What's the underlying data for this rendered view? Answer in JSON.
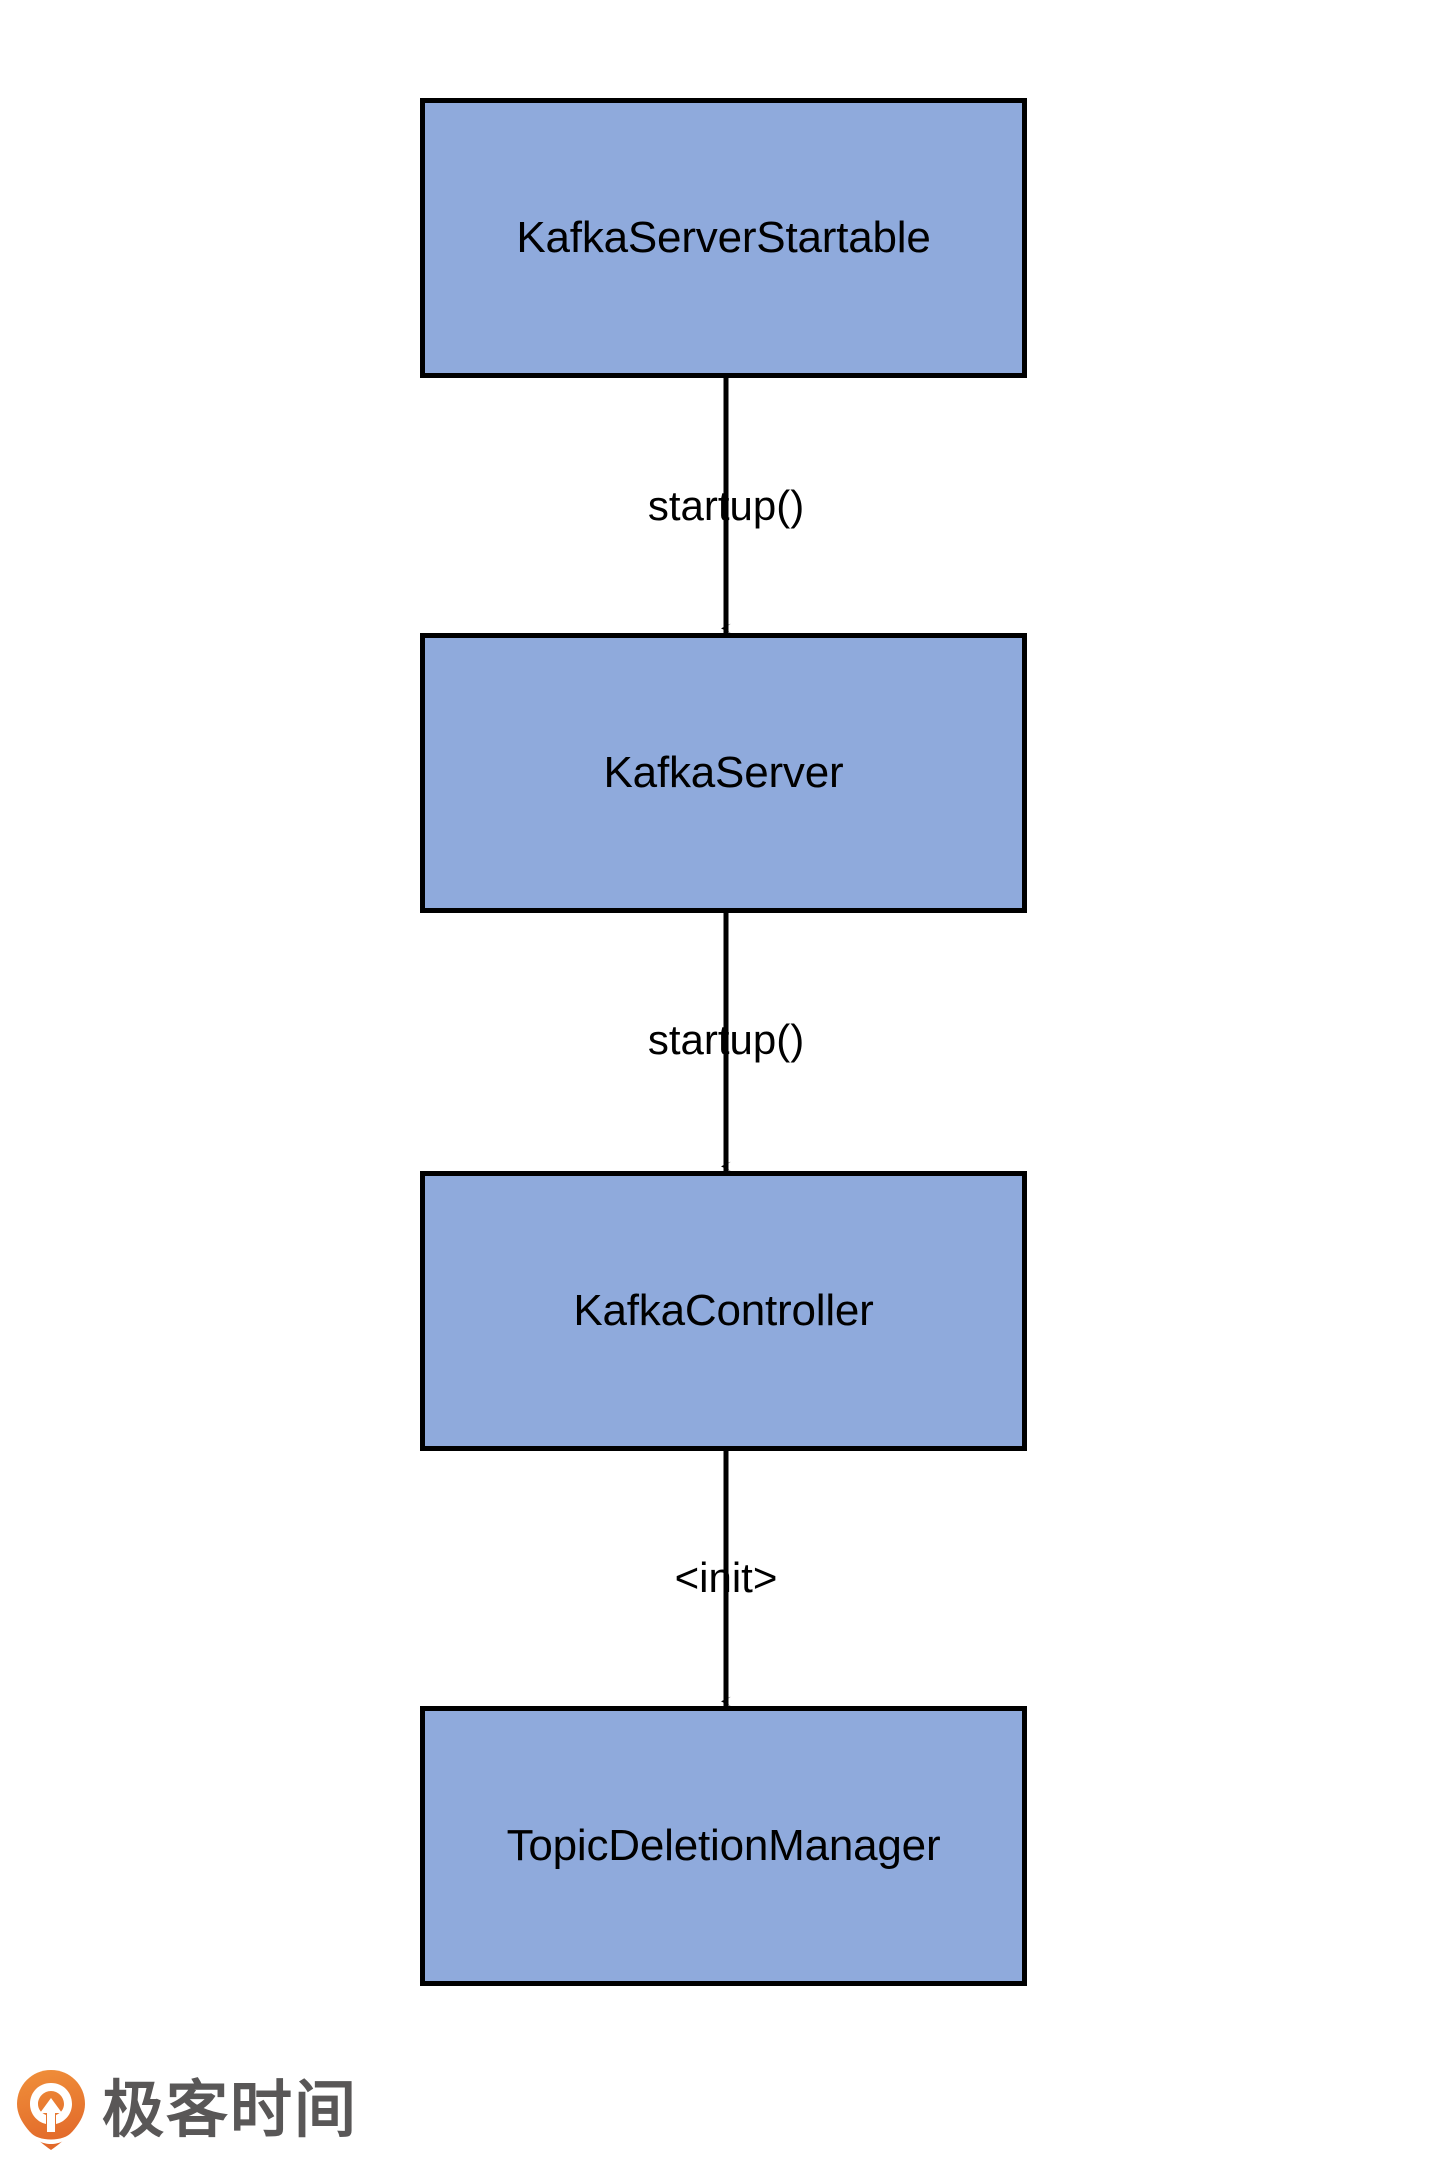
{
  "diagram": {
    "title": "Kafka startup call flow",
    "type": "flowchart",
    "direction": "top-to-bottom",
    "colors": {
      "node_fill": "#8faadc",
      "node_stroke": "#000000",
      "edge_stroke": "#000000",
      "text": "#000000",
      "background": "#ffffff",
      "logo_orange": "#e8772e",
      "logo_gray": "#595757"
    },
    "nodes": [
      {
        "id": "kafka-server-startable",
        "label": "KafkaServerStartable"
      },
      {
        "id": "kafka-server",
        "label": "KafkaServer"
      },
      {
        "id": "kafka-controller",
        "label": "KafkaController"
      },
      {
        "id": "topic-deletion-manager",
        "label": "TopicDeletionManager"
      }
    ],
    "edges": [
      {
        "id": "edge-startable-to-server",
        "from": "kafka-server-startable",
        "to": "kafka-server",
        "label": "startup()"
      },
      {
        "id": "edge-server-to-controller",
        "from": "kafka-server",
        "to": "kafka-controller",
        "label": "startup()"
      },
      {
        "id": "edge-controller-to-deletion-manager",
        "from": "kafka-controller",
        "to": "topic-deletion-manager",
        "label": "<init>"
      }
    ]
  },
  "footer": {
    "logo_text": "极客时间",
    "logo_icon": "geektime-logo-icon"
  }
}
